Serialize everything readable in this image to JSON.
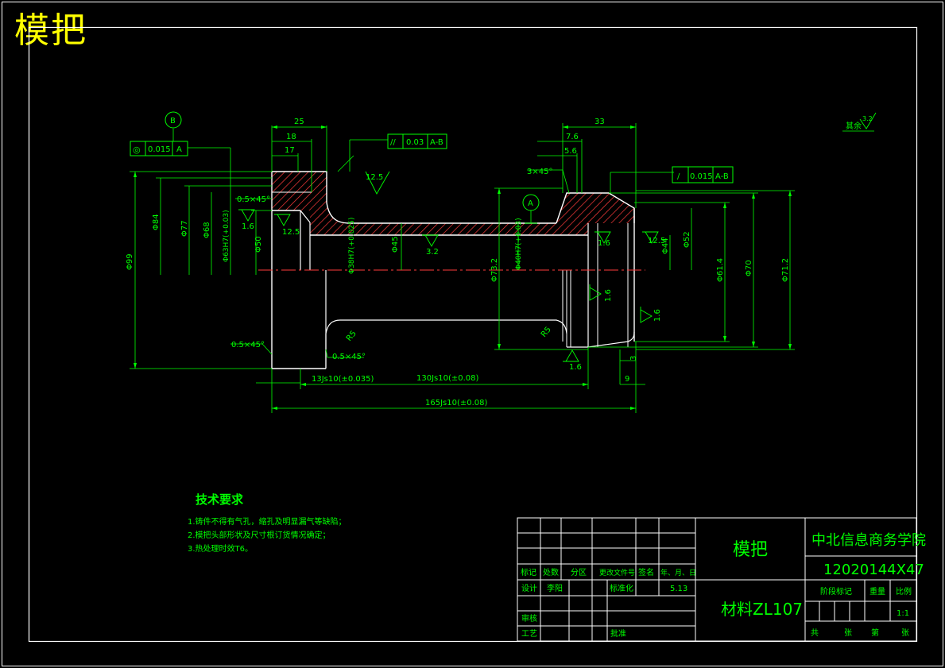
{
  "title_corner": "模把",
  "tech_requirements": {
    "heading": "技术要求",
    "items": [
      "1.铸件不得有气孔，缩孔及明显漏气等缺陷；",
      "2.模把头部形状及尺寸根订货情况确定；",
      "3.热处理时效T6。"
    ]
  },
  "surface_note": {
    "label": "其余",
    "value": "3.2"
  },
  "geometric_tolerances": [
    {
      "symbol": "◎",
      "value": "0.015",
      "datum": "A"
    },
    {
      "symbol": "//",
      "value": "0.03",
      "datum": "A-B"
    },
    {
      "symbol": "/",
      "value": "0.015",
      "datum": "A-B"
    }
  ],
  "datum_labels": {
    "b": "B",
    "a": "A"
  },
  "dimensions": {
    "d25": "25",
    "d18": "18",
    "d17": "17",
    "d33": "33",
    "d76": "7.6",
    "d56": "5.6",
    "chamfer_3x45": "3×45°",
    "chamfer_05_a": "0.5×45°",
    "chamfer_05_b": "0.5×45°",
    "chamfer_05_c": "0.5×45°",
    "r125_top": "12.5",
    "r125_left": "12.5",
    "r125_right": "12.5",
    "r16_left": "1.6",
    "r16_right_top": "1.6",
    "r16_mid": "1.6",
    "r16_right": "1.6",
    "r16_bottom": "1.6",
    "r32": "3.2",
    "phi99": "Φ99",
    "phi84": "Φ84",
    "phi77": "Φ77",
    "phi68": "Φ68",
    "phi63": "Φ63H7(+0.03)",
    "phi50": "Φ50",
    "phi38": "Φ38H7(+0.025)",
    "phi45": "Φ45",
    "phi732": "Φ73.2",
    "phi40": "Φ40H7(+0.03)",
    "phi44": "Φ44",
    "phi52": "Φ52",
    "phi614": "Φ61.4",
    "phi70": "Φ70",
    "phi712": "Φ71.2",
    "r5": "R5",
    "r5b": "R5",
    "d9": "9",
    "d3": "3",
    "len13": "13Js10(±0.035)",
    "len130": "130Js10(±0.08)",
    "len165": "165Js10(±0.08)"
  },
  "title_block": {
    "part_name": "模把",
    "material": "材料ZL107",
    "school": "中北信息商务学院",
    "drawing_number": "12020144X47",
    "rev_headers": [
      "标记",
      "处数",
      "分区",
      "更改文件号",
      "签名",
      "年、月、日"
    ],
    "design_label": "设计",
    "designer": "李阳",
    "standard_label": "标准化",
    "date": "5.13",
    "review_label": "审核",
    "process_label": "工艺",
    "approve_label": "批准",
    "stage_label": "阶段标记",
    "weight_label": "重量",
    "scale_label": "比例",
    "scale_value": "1:1",
    "sheets": [
      "共",
      "张",
      "第",
      "张"
    ]
  },
  "colors": {
    "outline": "#ffffff",
    "dimension": "#00ff00",
    "hatch": "#ff0000",
    "centerline": "#ff0000",
    "title": "#ffff00"
  }
}
